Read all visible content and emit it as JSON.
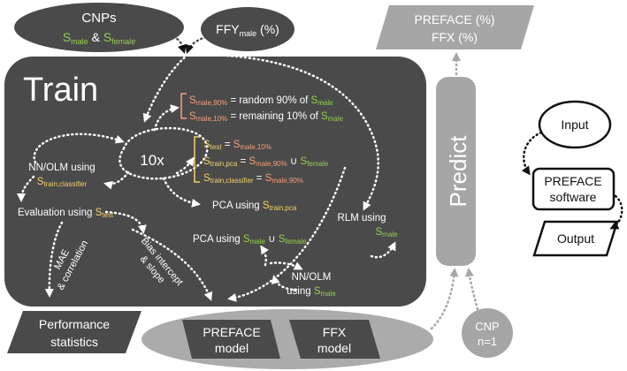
{
  "colors": {
    "dark": "#4a4a4a",
    "panel": "#555555",
    "light": "#a6a6a6",
    "ellipse": "#ababab",
    "white": "#ffffff",
    "green": "#92d050",
    "orange": "#f4a07a",
    "yellow": "#f2d16b",
    "black": "#111111"
  },
  "cnps": {
    "title": "CNPs",
    "s": "S",
    "male": "male",
    "amp": " & ",
    "female": "female"
  },
  "ffy": {
    "label": "FFY",
    "sub": "male",
    "unit": " (%)"
  },
  "output_box": {
    "line1": "PREFACE (%)",
    "line2": "FFX (%)"
  },
  "train": {
    "title": "Train",
    "ten_x": "10x",
    "s": "S",
    "split90": {
      "sub": "male,90%",
      "text": " = random 90% of ",
      "ref_sub": "male"
    },
    "split10": {
      "sub": "male,10%",
      "text": " = remaining 10% of ",
      "ref_sub": "male"
    },
    "test": {
      "sub": "test",
      "eq": " = ",
      "ref_sub": "male,10%"
    },
    "trainpca": {
      "sub": "train,pca",
      "eq": " = ",
      "ref_sub": "male,90%",
      "union": " ∪ ",
      "ref2_sub": "female"
    },
    "trainclf": {
      "sub": "train,classifier",
      "eq": " = ",
      "ref_sub": "male,90%"
    },
    "nnolm": {
      "line1": "NN/OLM using",
      "sub": "train,classifier"
    },
    "evaluation": {
      "text": "Evaluation using ",
      "sub": "test"
    },
    "pca1": {
      "text": "PCA using ",
      "sub": "train,pca"
    },
    "pca2": {
      "text": "PCA using ",
      "sub1": "male",
      "union": " ∪ ",
      "sub2": "female"
    },
    "rlm": {
      "line1": "RLM using",
      "sub": "male"
    },
    "nnolm2": {
      "line1": "NN/OLM",
      "text": "using ",
      "sub": "male"
    },
    "mae": {
      "line1": "MAE",
      "line2": "& correlation"
    },
    "bias": {
      "line1": "Bias intercept",
      "line2": "& slope"
    }
  },
  "predict": "Predict",
  "performance": {
    "line1": "Performance",
    "line2": "statistics"
  },
  "preface_model": {
    "line1": "PREFACE",
    "line2": "model"
  },
  "ffx_model": {
    "line1": "FFX",
    "line2": "model"
  },
  "cnp": {
    "line1": "CNP",
    "line2": "n=1"
  },
  "legend": {
    "input": "Input",
    "software_line1": "PREFACE",
    "software_line2": "software",
    "output": "Output"
  }
}
